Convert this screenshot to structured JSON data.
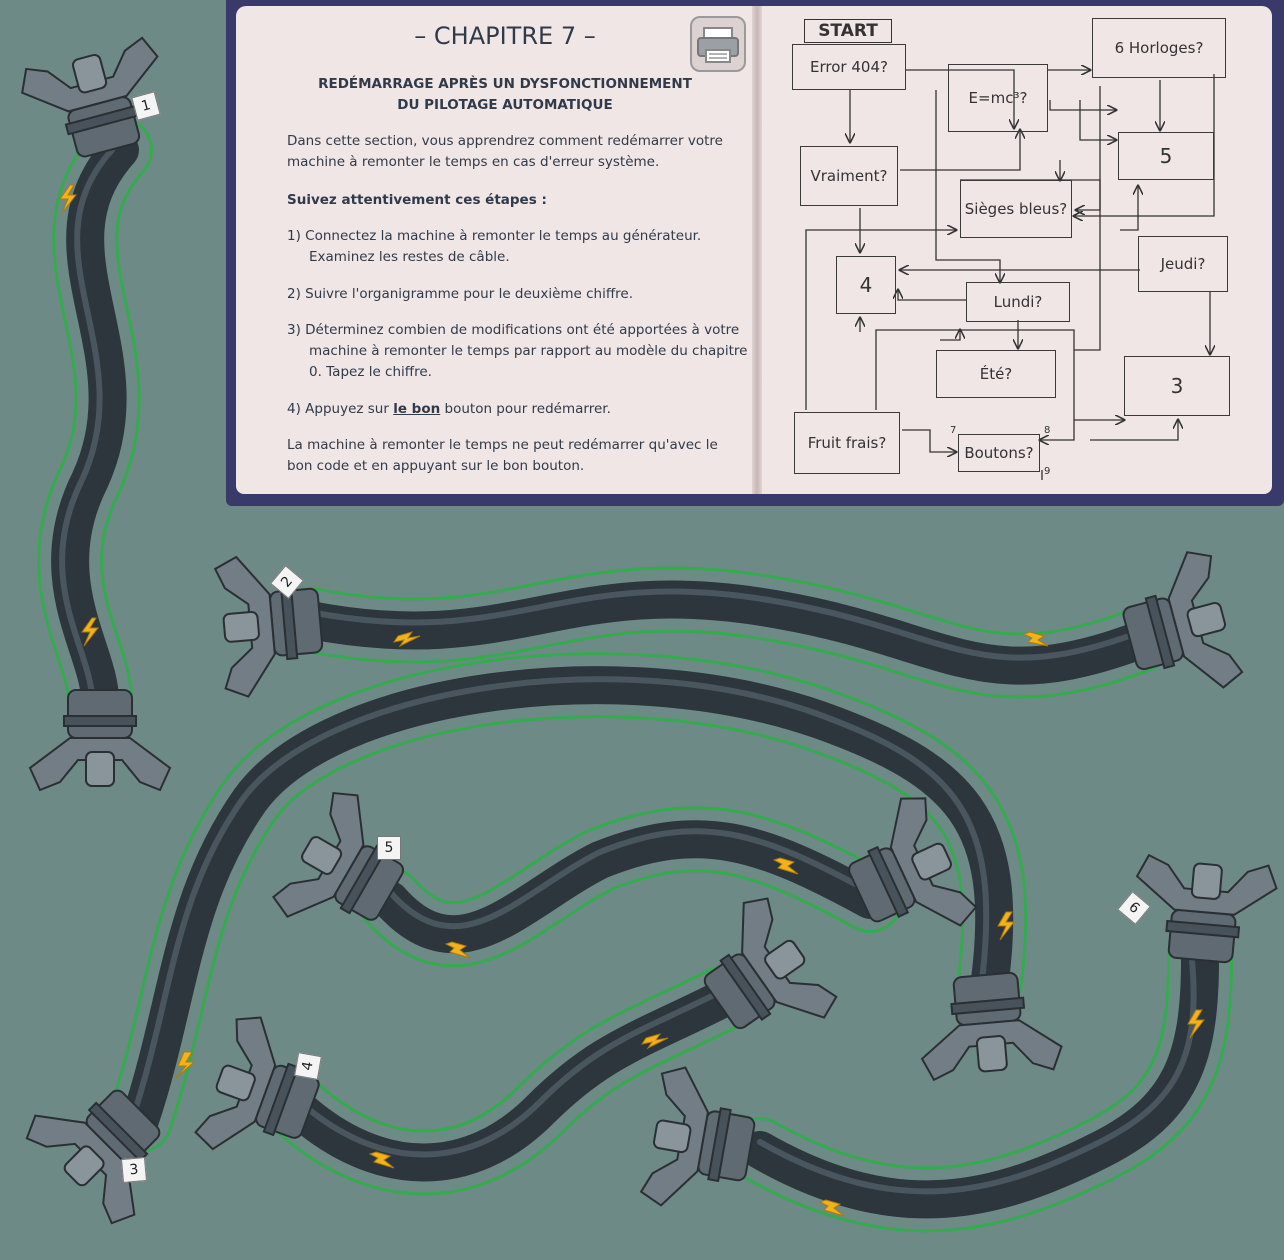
{
  "book": {
    "chapter_title": "– CHAPITRE 7 –",
    "subtitle_line1": "REDÉMARRAGE APRÈS UN DYSFONCTIONNEMENT",
    "subtitle_line2": "DU PILOTAGE AUTOMATIQUE",
    "intro": "Dans cette section, vous apprendrez comment redémarrer votre machine à remonter le temps en cas d'erreur système.",
    "follow": "Suivez attentivement ces étapes :",
    "step1": "1)  Connectez la machine à remonter le temps au générateur. Examinez les restes de câble.",
    "step2": "2)  Suivre l'organigramme pour le deuxième chiffre.",
    "step3": "3)  Déterminez combien de modifications ont été apportées à votre machine à remonter le temps par rapport au modèle du chapitre 0. Tapez le chiffre.",
    "step4_pre": "4)  Appuyez sur ",
    "step4_u": "le bon",
    "step4_post": " bouton pour redémarrer.",
    "outro": "La machine à remonter le temps ne peut redémarrer qu'avec le bon code et en appuyant sur le bon bouton."
  },
  "flowchart": {
    "start": "START",
    "error404": "Error 404?",
    "vraiment": "Vraiment?",
    "emc": "E=mc³?",
    "horloges": "6 Horloges?",
    "cinq": "5",
    "sieges": "Sièges bleus?",
    "jeudi": "Jeudi?",
    "quatre": "4",
    "lundi": "Lundi?",
    "ete": "Été?",
    "trois": "3",
    "fruit": "Fruit frais?",
    "boutons": "Boutons?",
    "n7": "7",
    "n8": "8",
    "n9": "9"
  },
  "cables": {
    "c1": "1",
    "c2": "2",
    "c3": "3",
    "c4": "4",
    "c5": "5",
    "c6": "6"
  },
  "colors": {
    "background": "#6d8a86",
    "cable": "#2c363c",
    "outline": "#2fae4a",
    "bolt": "#f2b21c"
  }
}
